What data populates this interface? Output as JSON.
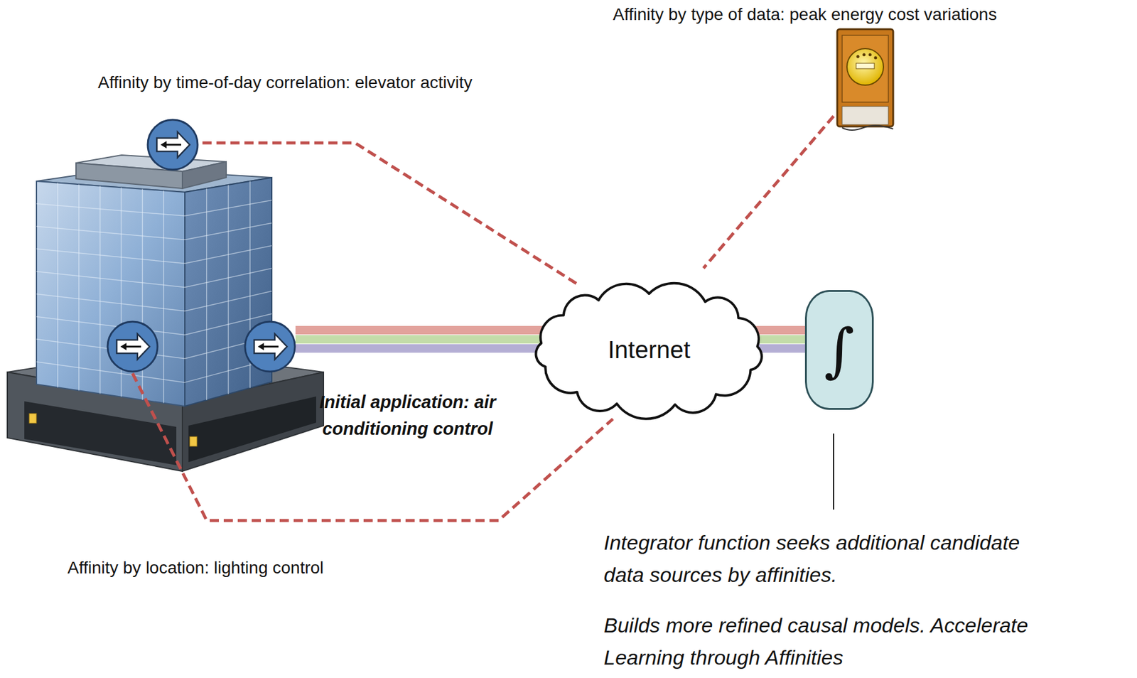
{
  "diagram": {
    "nodes": [
      {
        "text": [
          "Internet"
        ]
      },
      {
        "text": [
          "∫"
        ]
      }
    ],
    "edges": [
      {
        "from": 0,
        "to": 1,
        "arrow": "none"
      }
    ],
    "labels": [
      "Affinity by type of data: peak energy cost variations",
      "Affinity by time-of-day correlation: elevator activity",
      "Initial application: air conditioning control",
      "Affinity by location: lighting control",
      "Integrator function seeks additional candidate data sources by affinities.",
      "Builds more refined causal models. Accelerate Learning through Affinities"
    ]
  }
}
